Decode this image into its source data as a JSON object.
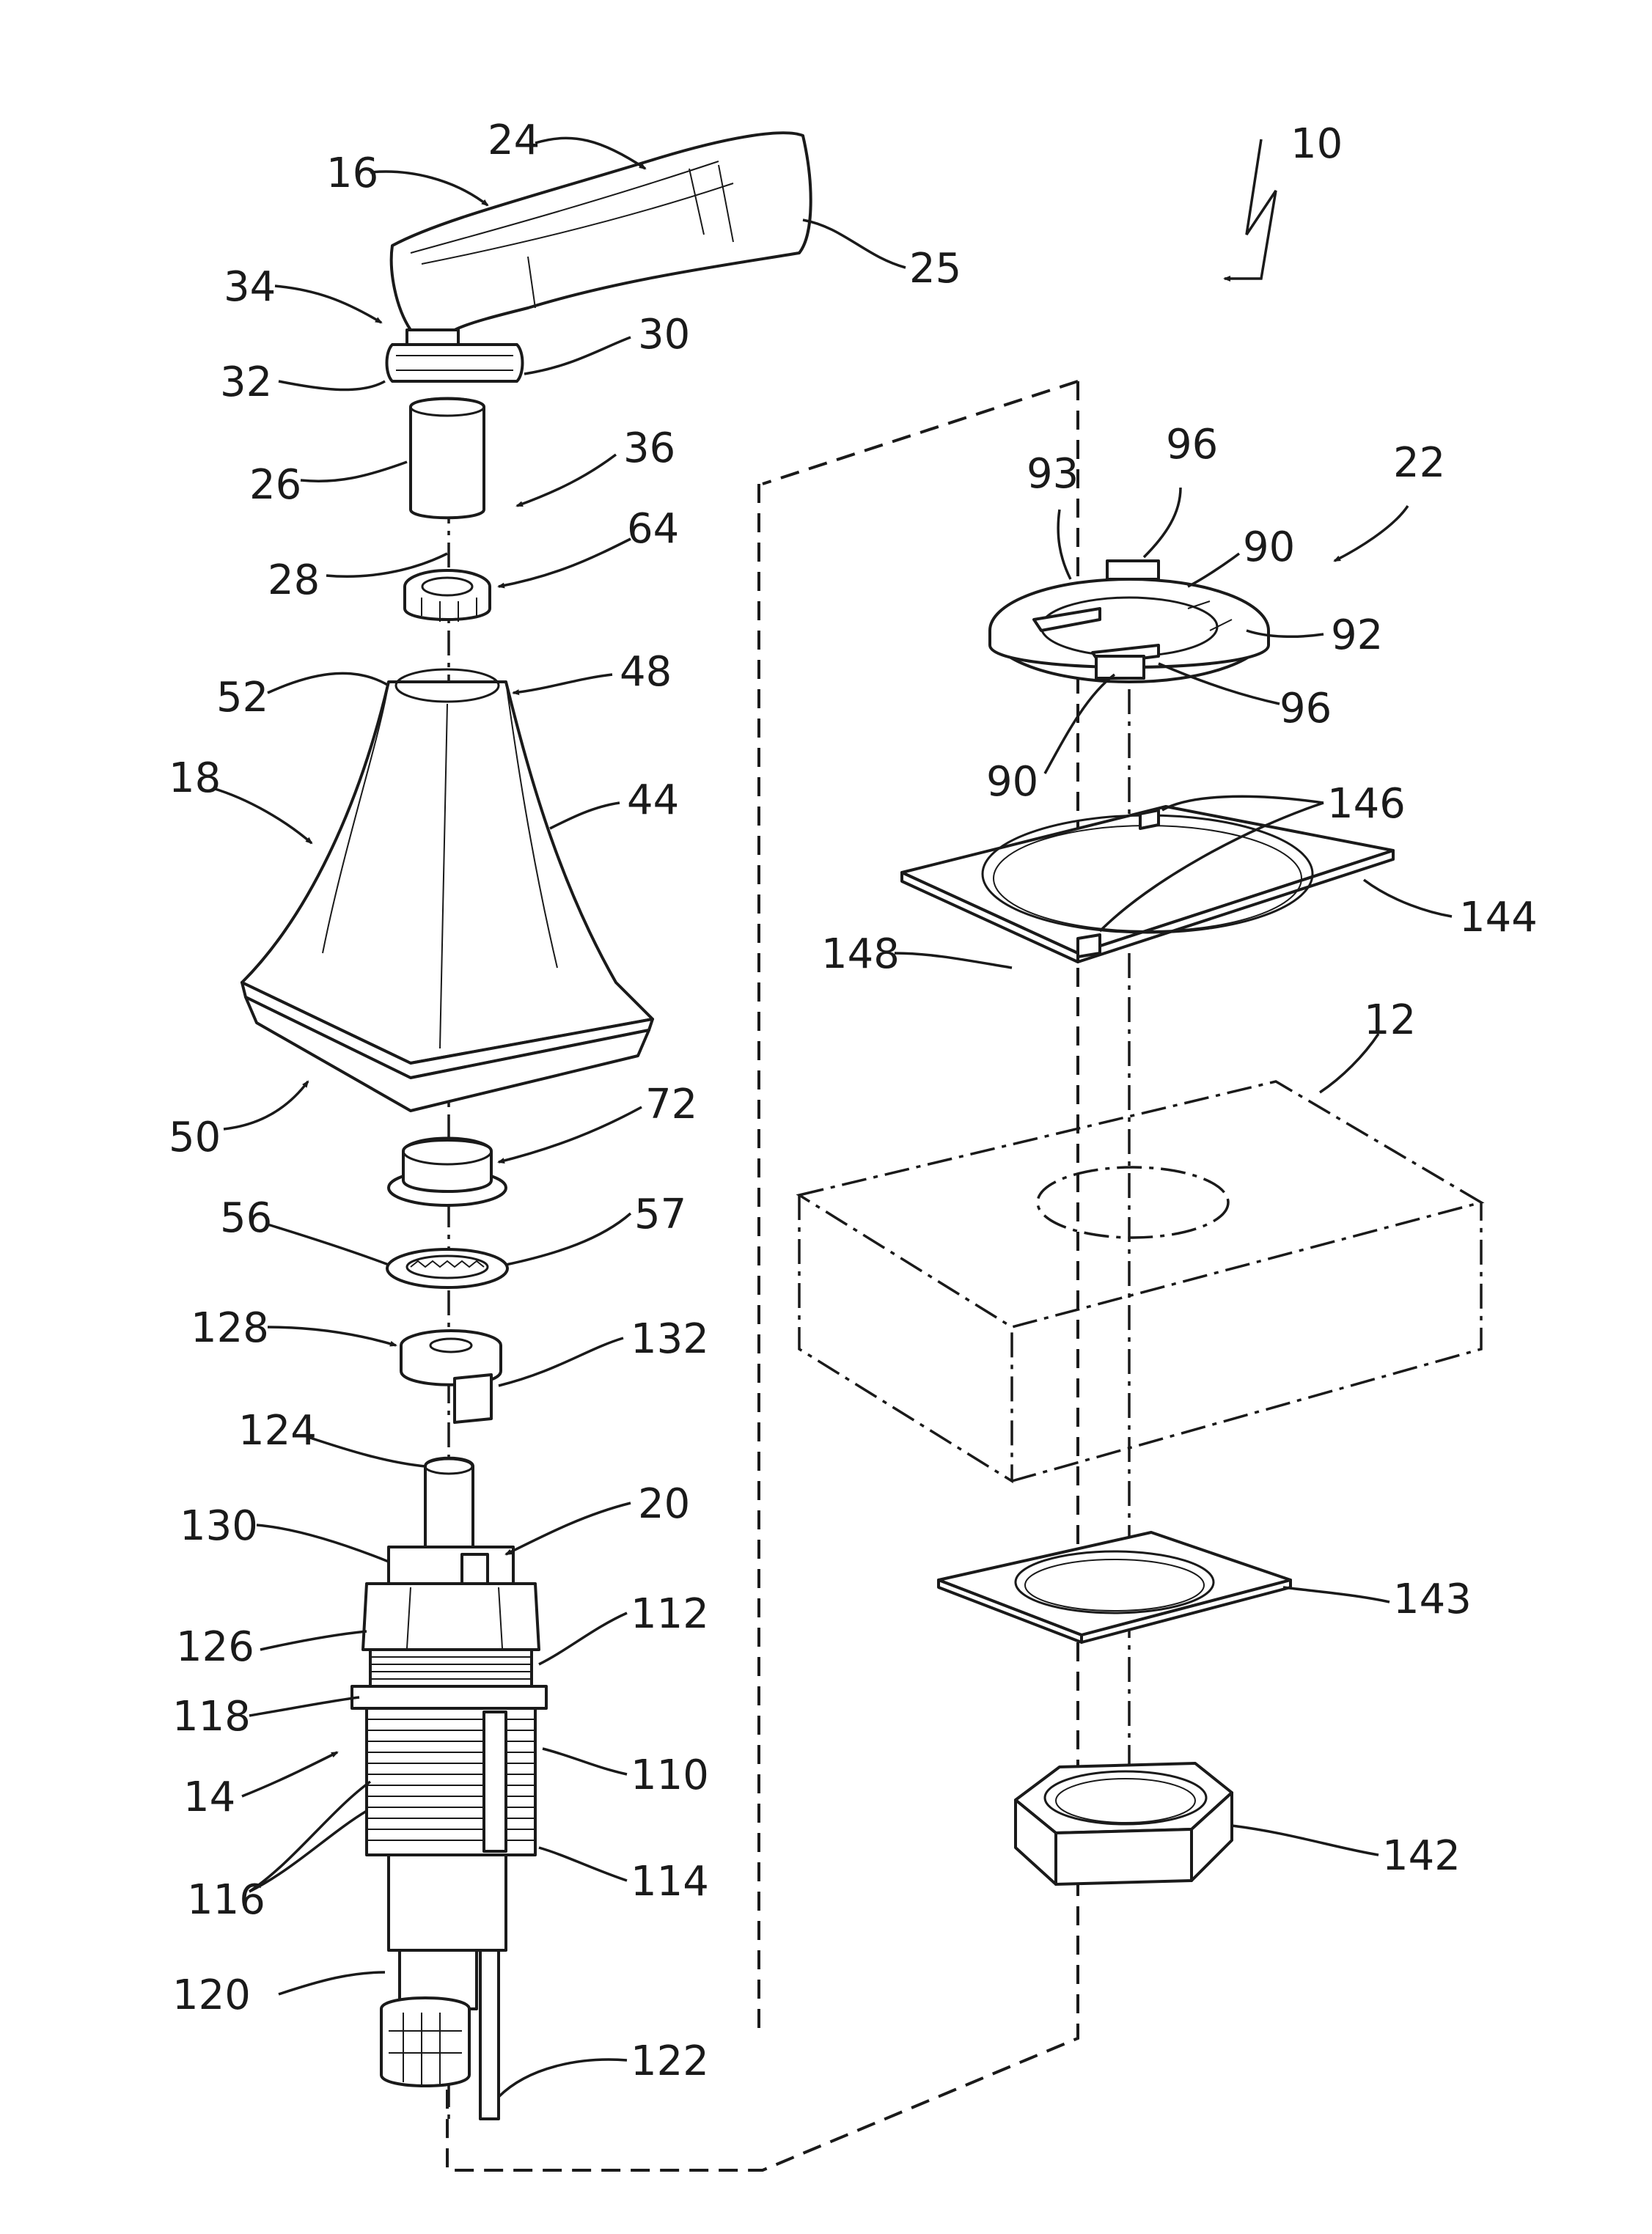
{
  "refs": {
    "r10": "10",
    "r12": "12",
    "r14": "14",
    "r16": "16",
    "r18": "18",
    "r20": "20",
    "r22": "22",
    "r24": "24",
    "r25": "25",
    "r26": "26",
    "r28": "28",
    "r30": "30",
    "r32": "32",
    "r34": "34",
    "r36": "36",
    "r44": "44",
    "r48": "48",
    "r50": "50",
    "r52": "52",
    "r56": "56",
    "r57": "57",
    "r64": "64",
    "r72": "72",
    "r90a": "90",
    "r90b": "90",
    "r92": "92",
    "r93": "93",
    "r96a": "96",
    "r96b": "96",
    "r110": "110",
    "r112": "112",
    "r114": "114",
    "r116": "116",
    "r118": "118",
    "r120": "120",
    "r122": "122",
    "r124": "124",
    "r126": "126",
    "r128": "128",
    "r130": "130",
    "r132": "132",
    "r142": "142",
    "r143": "143",
    "r144": "144",
    "r146": "146",
    "r148": "148"
  }
}
